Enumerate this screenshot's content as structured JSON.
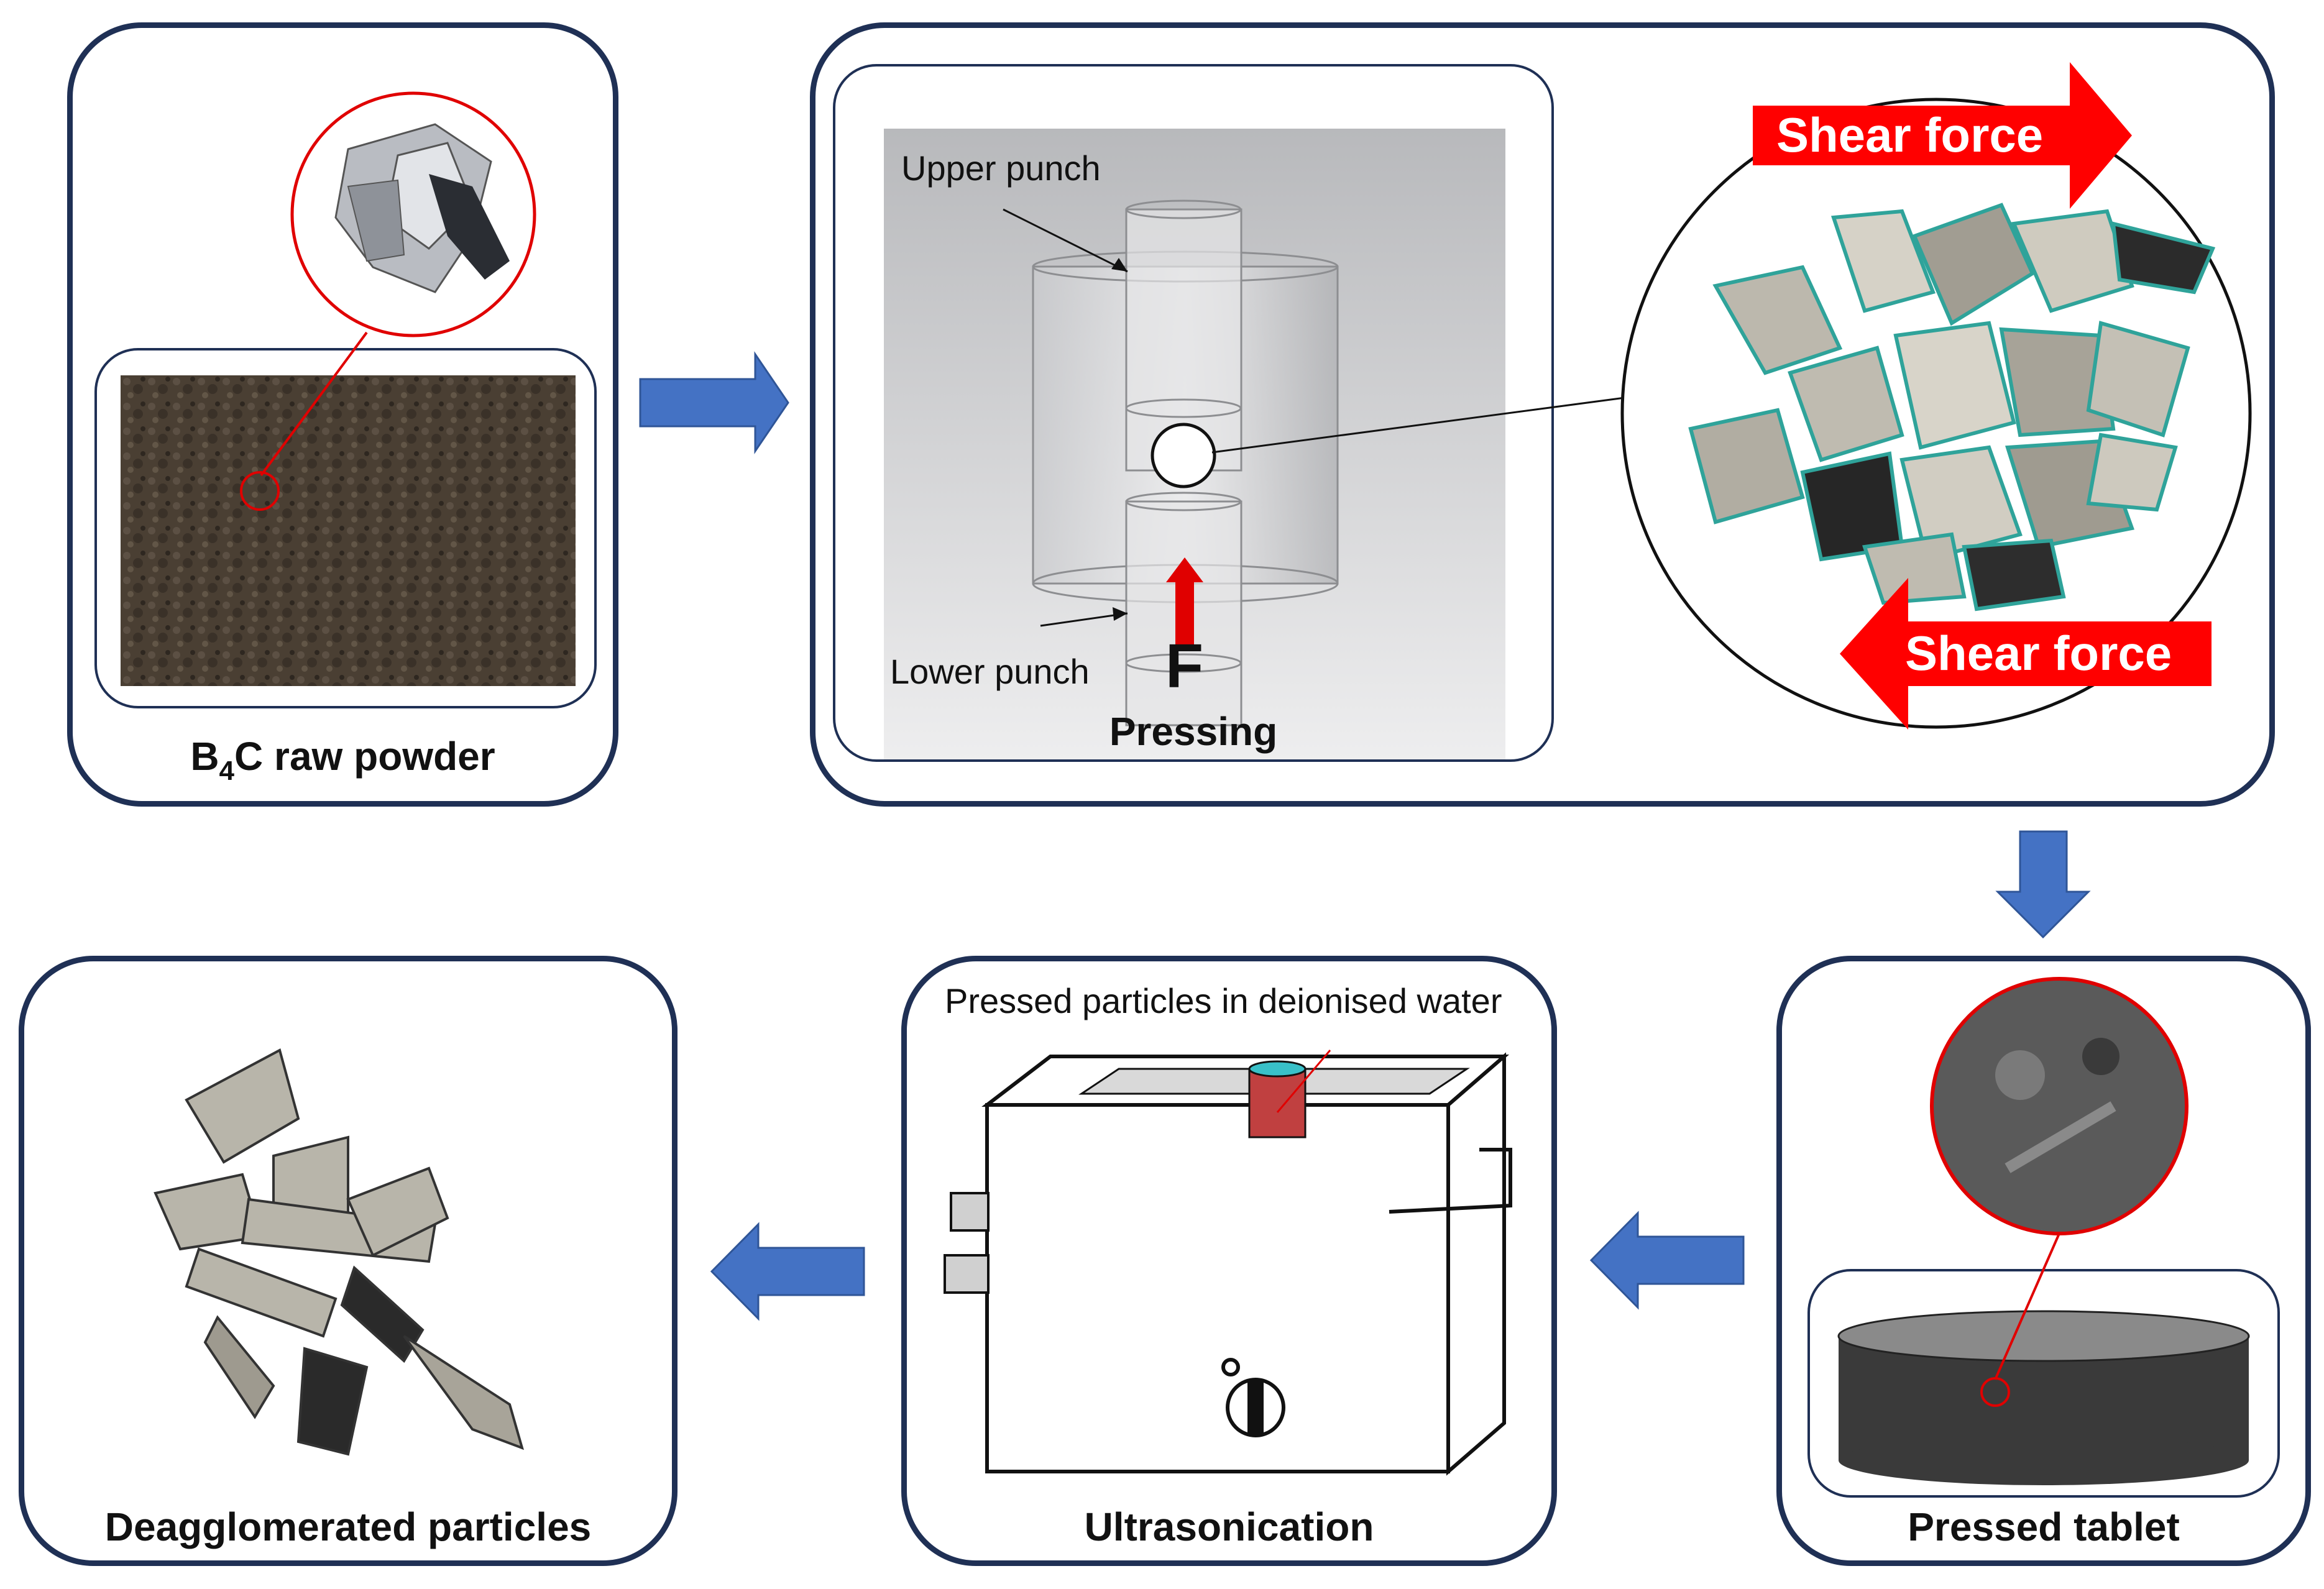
{
  "panels": {
    "raw_powder": {
      "label_main": "B",
      "label_sub": "4",
      "label_rest": "C raw powder"
    },
    "pressing": {
      "label": "Pressing",
      "upper_punch": "Upper punch",
      "lower_punch": "Lower punch",
      "force": "F"
    },
    "shear": {
      "top_label": "Shear force",
      "bottom_label": "Shear force"
    },
    "pressed_tablet": {
      "label": "Pressed tablet"
    },
    "ultrasonication": {
      "label": "Ultrasonication",
      "caption": "Pressed particles in deionised water"
    },
    "deagglomerated": {
      "label": "Deagglomerated particles"
    }
  },
  "colors": {
    "border": "#1f3055",
    "flow_arrow": "#4472c4",
    "shear_arrow": "#ff0000",
    "powder": "#4a3f33",
    "tablet": "#3a3a3a"
  }
}
